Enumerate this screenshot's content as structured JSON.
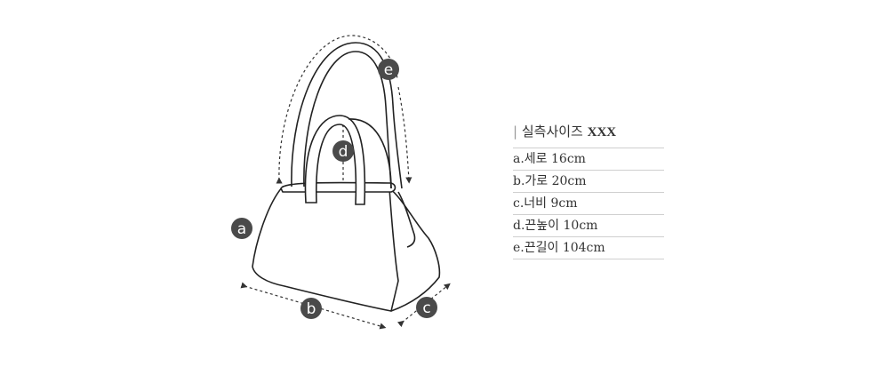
{
  "diagram": {
    "markers": [
      "a",
      "b",
      "c",
      "d",
      "e"
    ],
    "badge_color": "#4a4a4a",
    "outline_color": "#222222"
  },
  "spec": {
    "title_prefix": "실측사이즈",
    "title_suffix": "XXX",
    "rows": [
      "a.세로 16cm",
      "b.가로 20cm",
      "c.너비 9cm",
      "d.끈높이 10cm",
      "e.끈길이 104cm"
    ]
  }
}
